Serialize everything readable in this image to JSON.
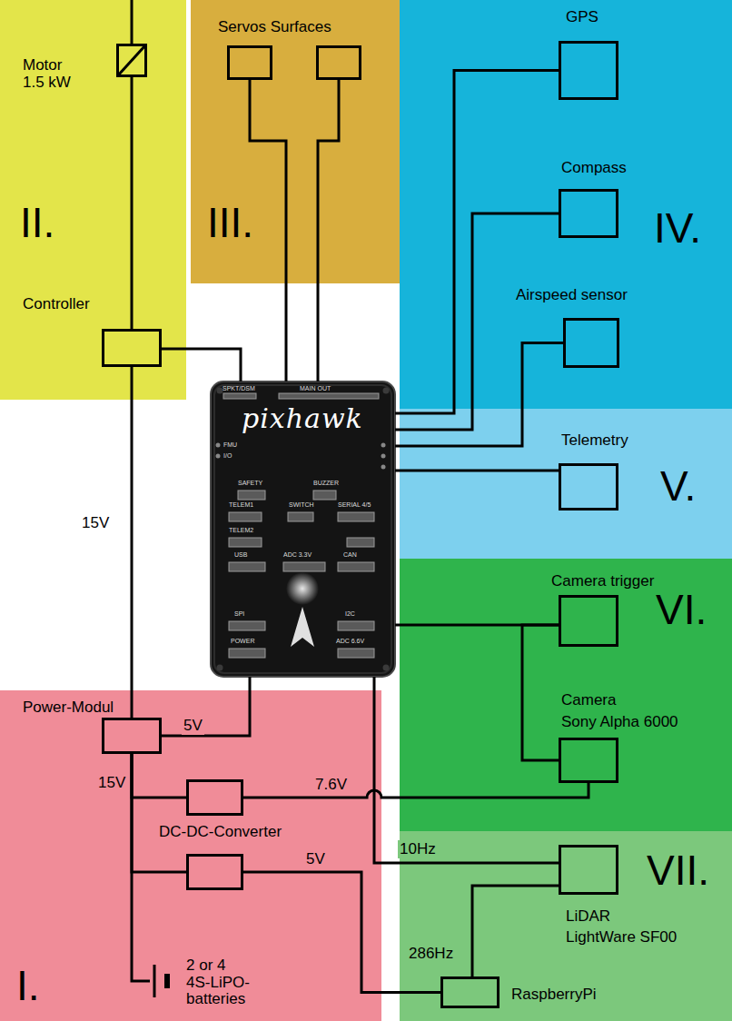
{
  "diagram": {
    "nodes": [
      {
        "text": [
          "II."
        ]
      },
      {
        "text": [
          "Motor 1.5 kW"
        ],
        "in": 0
      },
      {
        "text": [
          "Controller"
        ],
        "in": 0
      },
      {
        "text": [
          "Servos Surfaces",
          "III."
        ]
      },
      {
        "text": [],
        "in": 3
      },
      {
        "text": [],
        "in": 3
      },
      {
        "text": [
          "IV."
        ]
      },
      {
        "text": [
          "GPS"
        ],
        "in": 6
      },
      {
        "text": [
          "Compass"
        ],
        "in": 6
      },
      {
        "text": [
          "Airspeed sensor"
        ],
        "in": 6
      },
      {
        "text": [
          "pixhawk"
        ]
      },
      {
        "text": [
          "V."
        ]
      },
      {
        "text": [
          "Telemetry"
        ],
        "in": 11
      },
      {
        "text": [
          "VI."
        ]
      },
      {
        "text": [
          "Camera trigger"
        ],
        "in": 13
      },
      {
        "text": [
          "Camera",
          "Sony Alpha 6000"
        ],
        "in": 13
      },
      {
        "text": [
          "I."
        ]
      },
      {
        "text": [
          "Power-Modul"
        ],
        "in": 16
      },
      {
        "text": [
          "DC-DC-Converter"
        ],
        "in": 16
      },
      {
        "text": [],
        "in": 16
      },
      {
        "text": [
          "2 or 4 4S-LiPO-batteries"
        ],
        "in": 16
      },
      {
        "text": [
          "VII."
        ]
      },
      {
        "text": [
          "LiDAR",
          "LightWare SF00"
        ],
        "in": 21
      },
      {
        "text": [
          "RaspberryPi"
        ],
        "in": 21
      }
    ],
    "edges": [
      {
        "from": 1,
        "to": 2,
        "arrow": "none"
      },
      {
        "from": 2,
        "to": 10,
        "arrow": "none"
      },
      {
        "from": 4,
        "to": 10,
        "arrow": "none"
      },
      {
        "from": 5,
        "to": 10,
        "arrow": "none"
      },
      {
        "from": 10,
        "to": 7,
        "arrow": "none"
      },
      {
        "from": 10,
        "to": 8,
        "arrow": "none"
      },
      {
        "from": 10,
        "to": 9,
        "arrow": "none"
      },
      {
        "from": 10,
        "to": 12,
        "arrow": "none"
      },
      {
        "from": 10,
        "to": 14,
        "arrow": "none"
      },
      {
        "from": 14,
        "to": 15,
        "arrow": "none"
      },
      {
        "from": 17,
        "to": 2,
        "label": "15V",
        "arrow": "none"
      },
      {
        "from": 17,
        "to": 10,
        "label": "5V",
        "arrow": "none"
      },
      {
        "from": 17,
        "to": 20,
        "label": "15V",
        "arrow": "none"
      },
      {
        "from": 17,
        "to": 18,
        "arrow": "none"
      },
      {
        "from": 17,
        "to": 19,
        "arrow": "none"
      },
      {
        "from": 18,
        "to": 15,
        "label": "7.6V",
        "arrow": "none"
      },
      {
        "from": 19,
        "to": 23,
        "label": "5V",
        "arrow": "none"
      },
      {
        "from": 10,
        "to": 22,
        "label": "10Hz",
        "arrow": "none"
      },
      {
        "from": 22,
        "to": 23,
        "label": "286Hz",
        "arrow": "none"
      }
    ],
    "labels": [
      "SPKT/DSM",
      "MAIN OUT",
      "FMU",
      "I/O",
      "SAFETY",
      "BUZZER",
      "TELEM1",
      "SWITCH",
      "SERIAL 4/5",
      "TELEM2",
      "USB",
      "ADC 3.3V",
      "CAN",
      "SPI",
      "I2C",
      "POWER",
      "ADC 6.6V"
    ]
  }
}
